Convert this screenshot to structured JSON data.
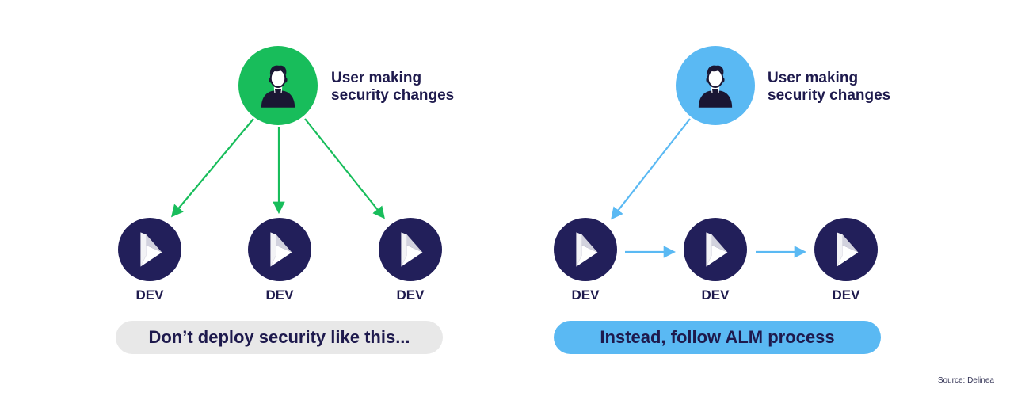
{
  "left_panel": {
    "user_label_line1": "User making",
    "user_label_line2": "security changes",
    "user_color": "#18bd5b",
    "arrow_color": "#18bd5b",
    "dev_labels": [
      "DEV",
      "DEV",
      "DEV"
    ],
    "caption": "Don’t deploy security like this..."
  },
  "right_panel": {
    "user_label_line1": "User making",
    "user_label_line2": "security changes",
    "user_color": "#5ab9f3",
    "arrow_color": "#5ab9f3",
    "dev_labels": [
      "DEV",
      "DEV",
      "DEV"
    ],
    "caption": "Instead, follow ALM process"
  },
  "dev_node_color": "#221f5a",
  "source": "Source: Delinea"
}
